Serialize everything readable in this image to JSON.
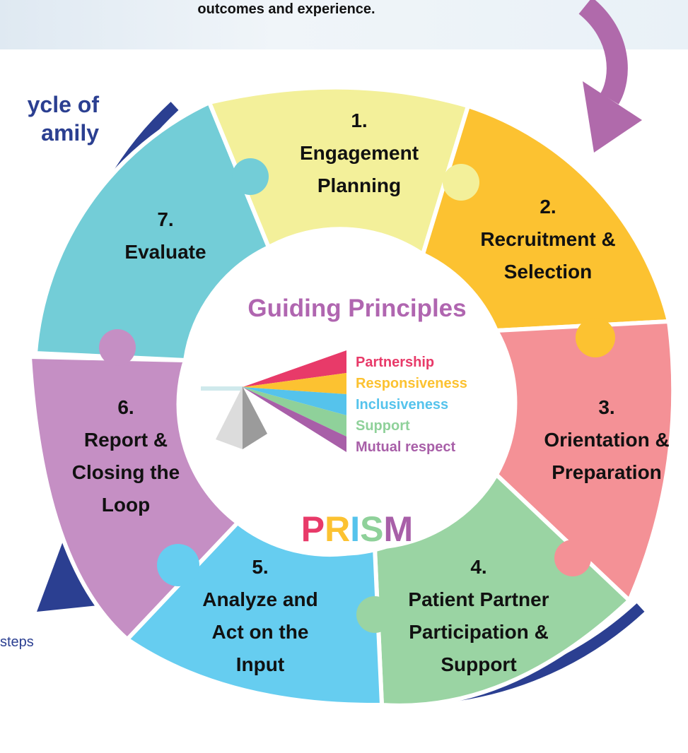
{
  "header": {
    "caption": "outcomes and experience."
  },
  "side": {
    "title_line1": "ycle of",
    "title_line2": "amily",
    "note": "steps"
  },
  "cycle": {
    "steps": [
      {
        "num": "1.",
        "line1": "Engagement",
        "line2": "Planning",
        "line3": "",
        "color": "#f3f09a"
      },
      {
        "num": "2.",
        "line1": "Recruitment &",
        "line2": "Selection",
        "line3": "",
        "color": "#fcc231"
      },
      {
        "num": "3.",
        "line1": "Orientation &",
        "line2": "Preparation",
        "line3": "",
        "color": "#f49196"
      },
      {
        "num": "4.",
        "line1": "Patient Partner",
        "line2": "Participation &",
        "line3": "Support",
        "color": "#9ad4a3"
      },
      {
        "num": "5.",
        "line1": "Analyze and",
        "line2": "Act on the",
        "line3": "Input",
        "color": "#66cdf0"
      },
      {
        "num": "6.",
        "line1": "Report &",
        "line2": "Closing the",
        "line3": "Loop",
        "color": "#c58fc4"
      },
      {
        "num": "7.",
        "line1": "Evaluate",
        "line2": "",
        "line3": "",
        "color": "#73cdd7"
      }
    ]
  },
  "center": {
    "title": "Guiding Principles",
    "principles": [
      {
        "label": "Partnership",
        "color": "#e83a69"
      },
      {
        "label": "Responsiveness",
        "color": "#fcc231"
      },
      {
        "label": "Inclusiveness",
        "color": "#55c3ec"
      },
      {
        "label": "Support",
        "color": "#8fd19a"
      },
      {
        "label": "Mutual respect",
        "color": "#a85fa8"
      }
    ],
    "acronym": [
      {
        "letter": "P",
        "color": "#e83a69"
      },
      {
        "letter": "R",
        "color": "#fcc231"
      },
      {
        "letter": "I",
        "color": "#55c3ec"
      },
      {
        "letter": "S",
        "color": "#8fd19a"
      },
      {
        "letter": "M",
        "color": "#a85fa8"
      }
    ]
  },
  "colors": {
    "ring": "#2b3f91",
    "arrow": "#b06aab"
  }
}
